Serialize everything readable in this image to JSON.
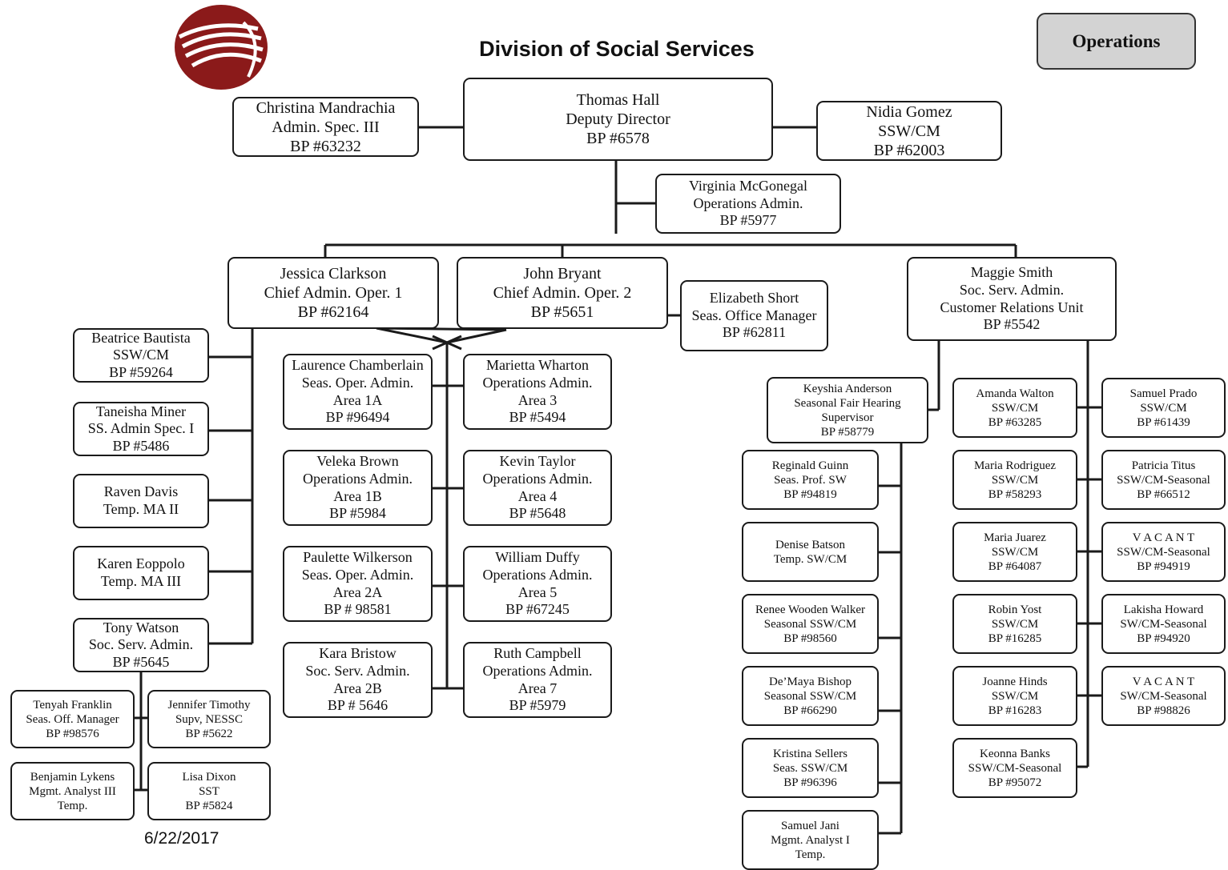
{
  "header": {
    "title": "Division of Social Services",
    "tag": "Operations",
    "date": "6/22/2017"
  },
  "colors": {
    "logo": "#8b1a1a",
    "tag_background": "#d3d3d3",
    "line": "#1a1a1a"
  },
  "nodes": {
    "deputy": [
      "Thomas Hall",
      "Deputy Director",
      "BP #6578"
    ],
    "mandrachia": [
      "Christina Mandrachia",
      "Admin. Spec. III",
      "BP #63232"
    ],
    "gomez": [
      "Nidia Gomez",
      "SSW/CM",
      "BP #62003"
    ],
    "mcgonegal": [
      "Virginia McGonegal",
      "Operations Admin.",
      "BP #5977"
    ],
    "clarkson": [
      "Jessica Clarkson",
      "Chief Admin. Oper. 1",
      "BP #62164"
    ],
    "bryant": [
      "John Bryant",
      "Chief Admin. Oper. 2",
      "BP #5651"
    ],
    "short": [
      "Elizabeth Short",
      "Seas. Office Manager",
      "BP #62811"
    ],
    "smith": [
      "Maggie Smith",
      "Soc. Serv. Admin.",
      "Customer Relations Unit",
      "BP #5542"
    ],
    "bautista": [
      "Beatrice Bautista",
      "SSW/CM",
      "BP #59264"
    ],
    "miner": [
      "Taneisha Miner",
      "SS. Admin Spec. I",
      "BP #5486"
    ],
    "davis": [
      "Raven Davis",
      "Temp. MA II"
    ],
    "eoppolo": [
      "Karen Eoppolo",
      "Temp. MA III"
    ],
    "watson": [
      "Tony Watson",
      "Soc. Serv. Admin.",
      "BP #5645"
    ],
    "franklin": [
      "Tenyah Franklin",
      "Seas. Off. Manager",
      "BP #98576"
    ],
    "timothy": [
      "Jennifer Timothy",
      "Supv, NESSC",
      "BP #5622"
    ],
    "lykens": [
      "Benjamin Lykens",
      "Mgmt. Analyst III",
      "Temp."
    ],
    "dixon": [
      "Lisa Dixon",
      "SST",
      "BP #5824"
    ],
    "chamberlain": [
      "Laurence Chamberlain",
      "Seas. Oper. Admin.",
      "Area 1A",
      "BP #96494"
    ],
    "wharton": [
      "Marietta Wharton",
      "Operations Admin.",
      "Area 3",
      "BP #5494"
    ],
    "brown": [
      "Veleka Brown",
      "Operations Admin.",
      "Area 1B",
      "BP #5984"
    ],
    "taylor": [
      "Kevin Taylor",
      "Operations Admin.",
      "Area 4",
      "BP #5648"
    ],
    "wilkerson": [
      "Paulette Wilkerson",
      "Seas. Oper. Admin.",
      "Area 2A",
      "BP # 98581"
    ],
    "duffy": [
      "William Duffy",
      "Operations Admin.",
      "Area 5",
      "BP #67245"
    ],
    "bristow": [
      "Kara Bristow",
      "Soc. Serv. Admin.",
      "Area 2B",
      "BP # 5646"
    ],
    "campbell": [
      "Ruth Campbell",
      "Operations Admin.",
      "Area 7",
      "BP #5979"
    ],
    "anderson": [
      "Keyshia Anderson",
      "Seasonal Fair Hearing",
      "Supervisor",
      "BP #58779"
    ],
    "guinn": [
      "Reginald Guinn",
      "Seas. Prof. SW",
      "BP #94819"
    ],
    "batson": [
      "Denise Batson",
      "Temp. SW/CM"
    ],
    "walker": [
      "Renee Wooden Walker",
      "Seasonal SSW/CM",
      "BP #98560"
    ],
    "bishop": [
      "De’Maya Bishop",
      "Seasonal SSW/CM",
      "BP #66290"
    ],
    "sellers": [
      "Kristina Sellers",
      "Seas.  SSW/CM",
      "BP #96396"
    ],
    "jani": [
      "Samuel Jani",
      "Mgmt. Analyst I",
      "Temp."
    ],
    "awalton": [
      "Amanda Walton",
      "SSW/CM",
      "BP #63285"
    ],
    "rodriguez": [
      "Maria Rodriguez",
      "SSW/CM",
      "BP #58293"
    ],
    "juarez": [
      "Maria Juarez",
      "SSW/CM",
      "BP #64087"
    ],
    "yost": [
      "Robin Yost",
      "SSW/CM",
      "BP #16285"
    ],
    "hinds": [
      "Joanne Hinds",
      "SSW/CM",
      "BP #16283"
    ],
    "banks": [
      "Keonna Banks",
      "SSW/CM-Seasonal",
      "BP #95072"
    ],
    "prado": [
      "Samuel Prado",
      "SSW/CM",
      "BP #61439"
    ],
    "titus": [
      "Patricia Titus",
      "SSW/CM-Seasonal",
      "BP #66512"
    ],
    "vacant1": [
      "V A C A N T",
      "SSW/CM-Seasonal",
      "BP #94919"
    ],
    "howard": [
      "Lakisha Howard",
      "SW/CM-Seasonal",
      "BP #94920"
    ],
    "vacant2": [
      "V A C A N T",
      "SW/CM-Seasonal",
      "BP #98826"
    ]
  }
}
